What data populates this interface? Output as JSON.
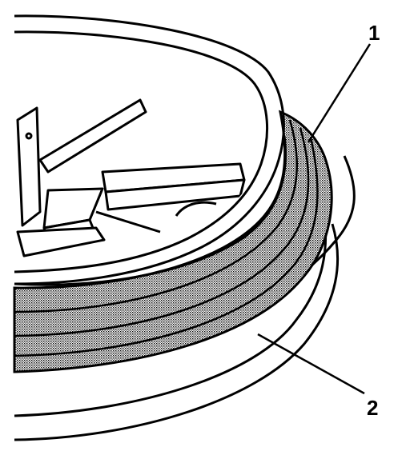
{
  "callouts": [
    {
      "id": "1",
      "label": "1"
    },
    {
      "id": "2",
      "label": "2"
    }
  ],
  "colors": {
    "ink": "#000000",
    "paper": "#ffffff",
    "seal_shading": "#b3b3b3"
  }
}
